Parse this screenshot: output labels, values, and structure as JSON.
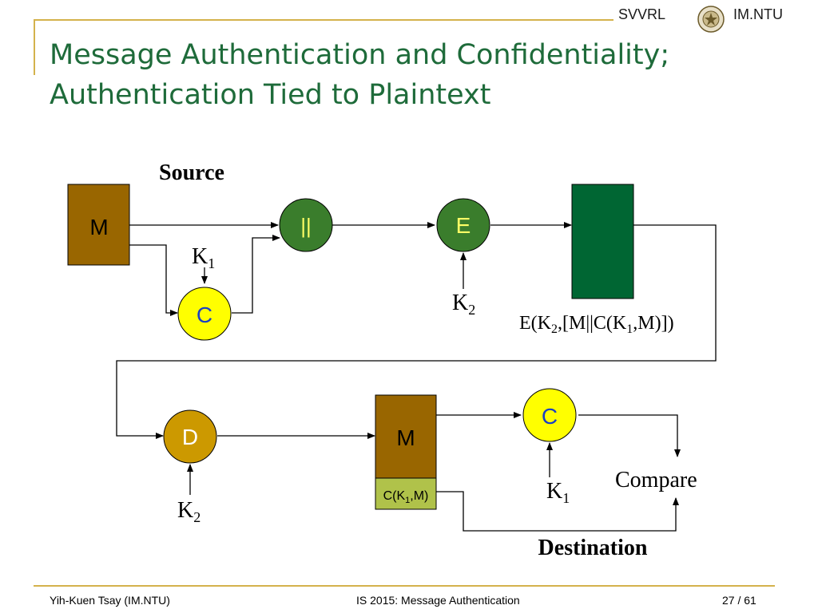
{
  "header": {
    "left_label": "SVVRL",
    "right_label": "IM.NTU"
  },
  "slide": {
    "title_line1": "Message Authentication and Confidentiality;",
    "title_line2": "Authentication Tied to Plaintext"
  },
  "diagram": {
    "source_label": "Source",
    "destination_label": "Destination",
    "m_top": "M",
    "concat": "||",
    "encrypt": "E",
    "mac_src": "C",
    "k1": "K",
    "k1_sub": "1",
    "k2": "K",
    "k2_sub": "2",
    "ciphertext_expr": {
      "p1": "E(K",
      "s1": "2",
      "p2": ",[M||C(K",
      "s2": "1",
      "p3": ",M)])"
    },
    "decrypt": "D",
    "m_bottom": "M",
    "mac_block": {
      "p1": "C(K",
      "s1": "1",
      "p2": ",M)"
    },
    "mac_dest": "C",
    "compare": "Compare",
    "colors": {
      "brown": "#996600",
      "green_circle": "#3a7d2c",
      "dark_green_block": "#006633",
      "yellow": "#ffff00",
      "gold": "#cc9900",
      "olive_block": "#b0c24a"
    }
  },
  "footer": {
    "author": "Yih-Kuen Tsay (IM.NTU)",
    "course": "IS 2015: Message Authentication",
    "page": "27",
    "total": "/ 61"
  }
}
